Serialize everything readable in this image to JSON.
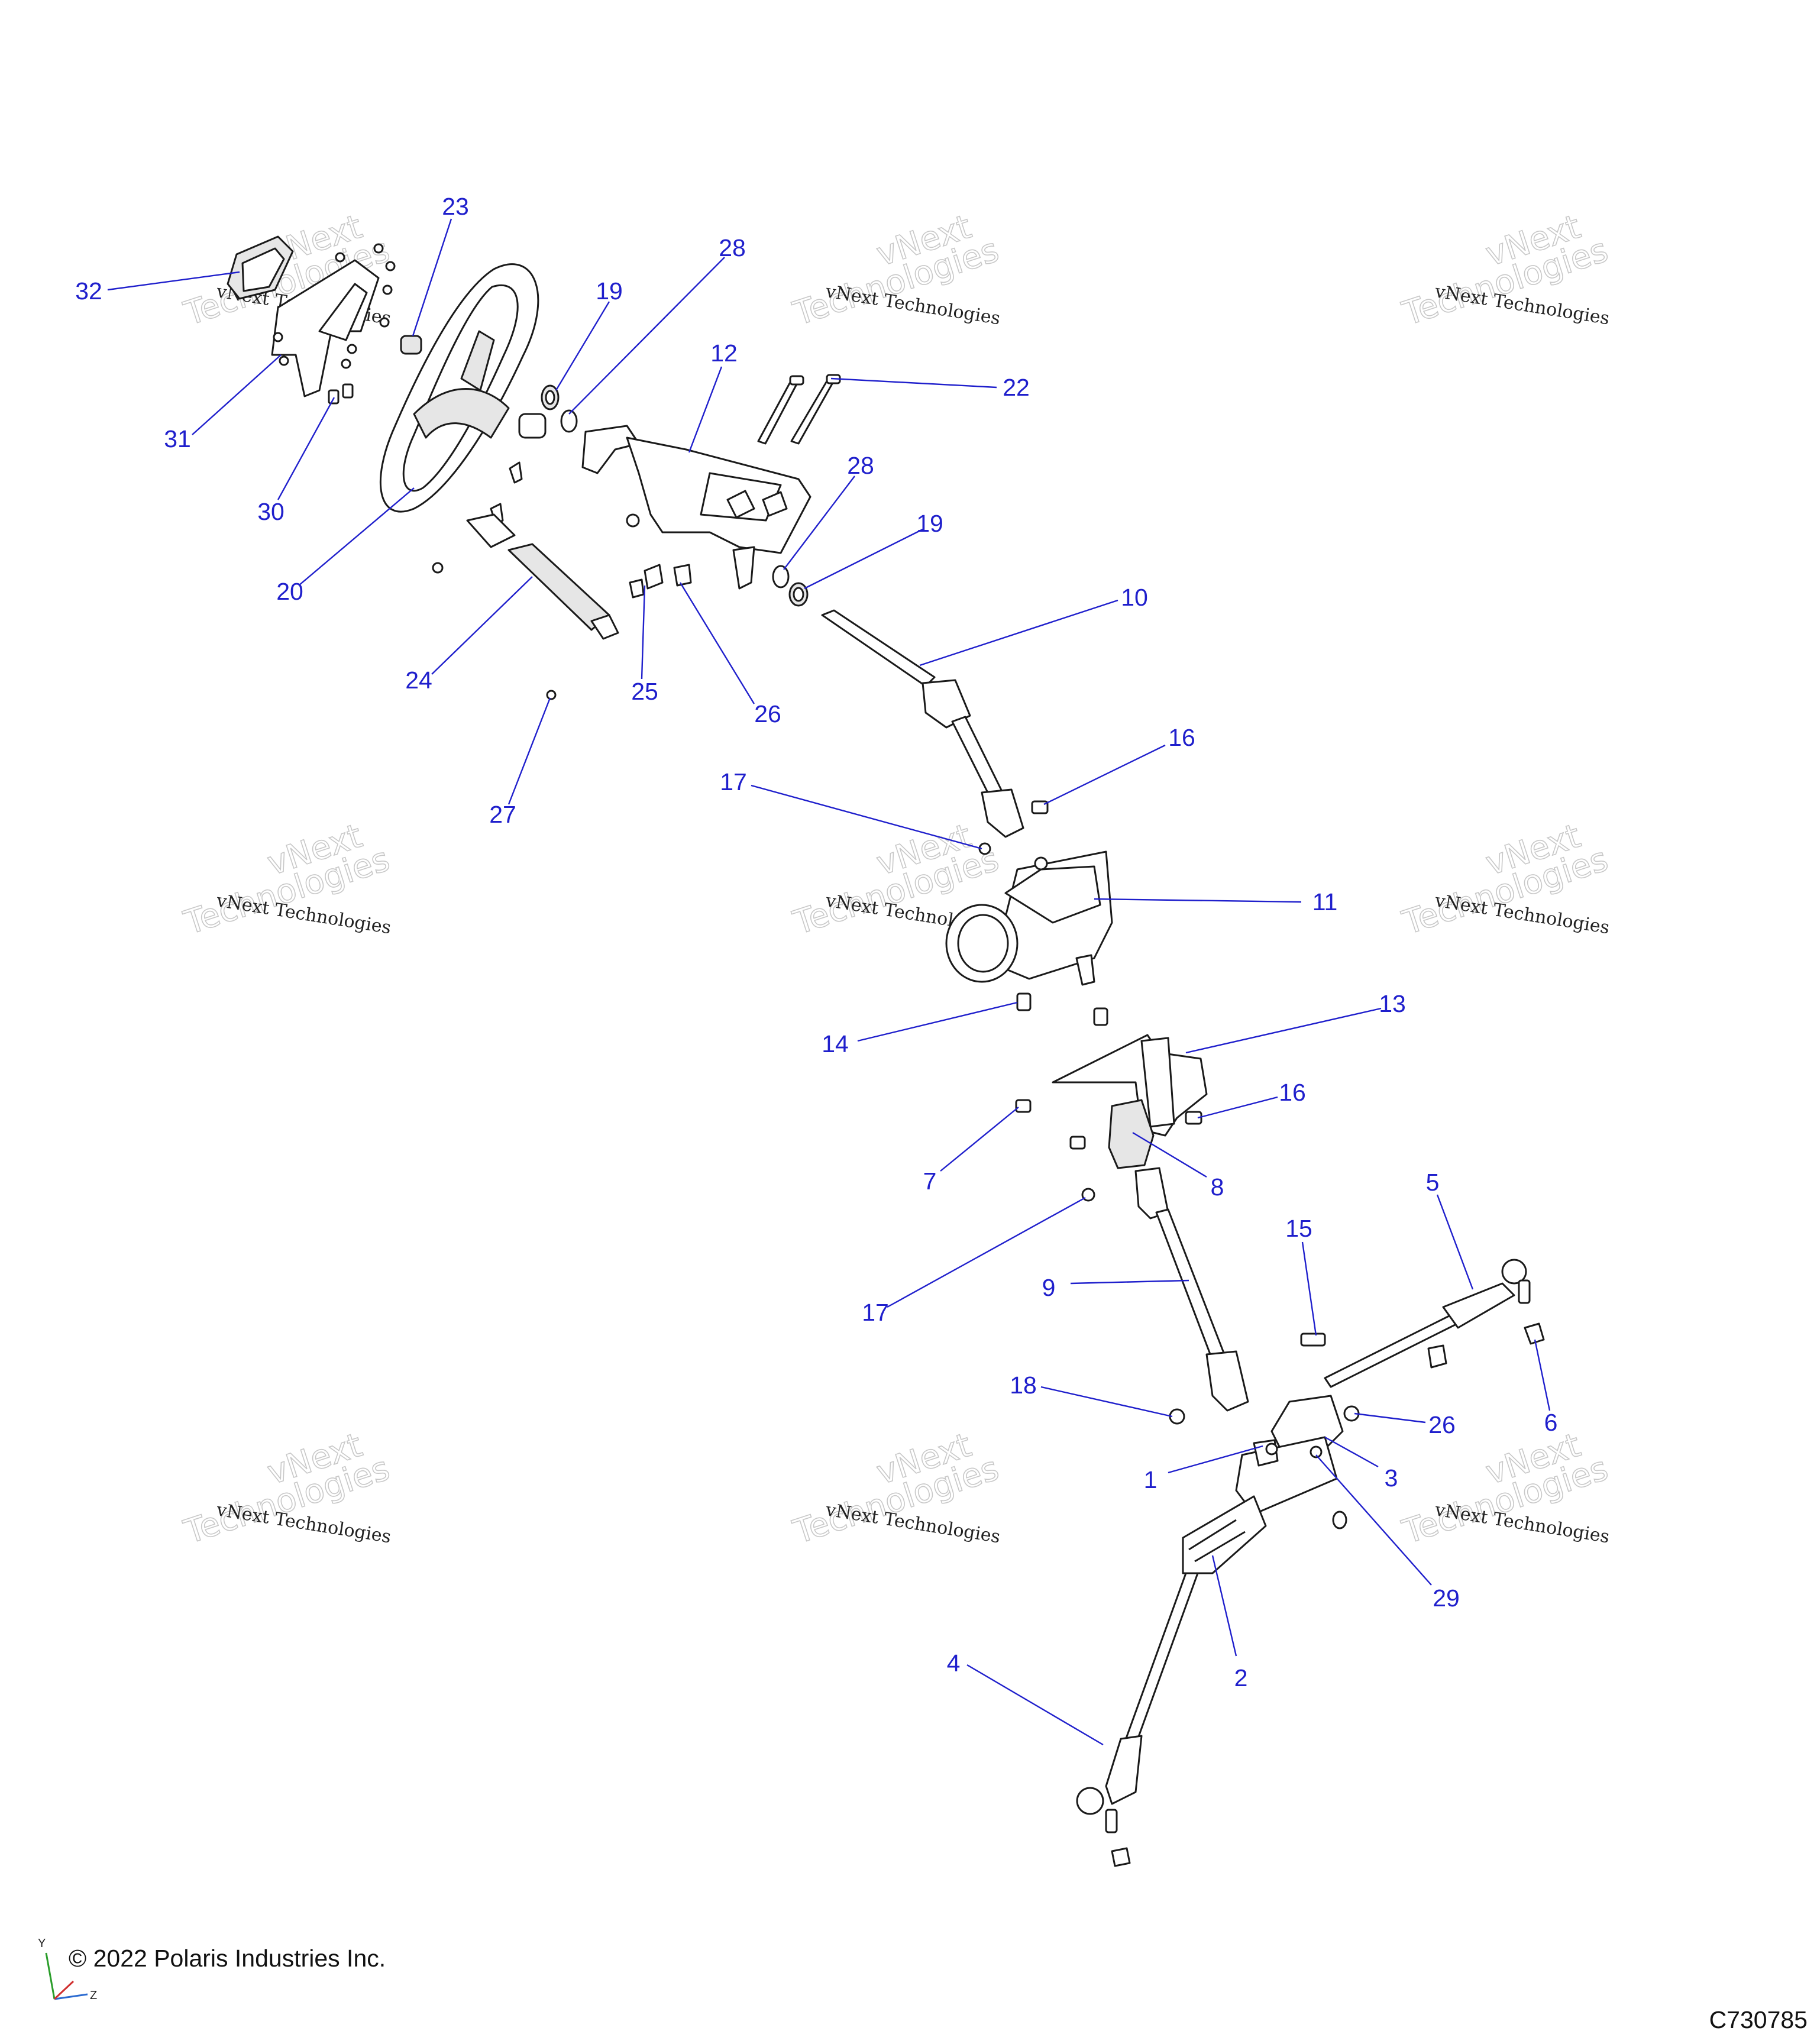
{
  "watermark": {
    "line1": "vNext Technologies",
    "line2": "Technologies",
    "line_top": "vNext"
  },
  "copyright": "© 2022 Polaris Industries Inc.",
  "figure_id": "C730785",
  "axis_triad": {
    "y": "Y",
    "z": "Z"
  },
  "callouts": [
    "1",
    "2",
    "3",
    "4",
    "5",
    "6",
    "7",
    "8",
    "9",
    "10",
    "11",
    "12",
    "13",
    "14",
    "15",
    "16",
    "16",
    "17",
    "17",
    "18",
    "19",
    "19",
    "20",
    "22",
    "23",
    "24",
    "25",
    "26",
    "26",
    "27",
    "28",
    "28",
    "29",
    "30",
    "31",
    "32"
  ],
  "colors": {
    "callout": "#1f1fcc",
    "line_art": "#1a1a1a",
    "background": "#ffffff"
  }
}
